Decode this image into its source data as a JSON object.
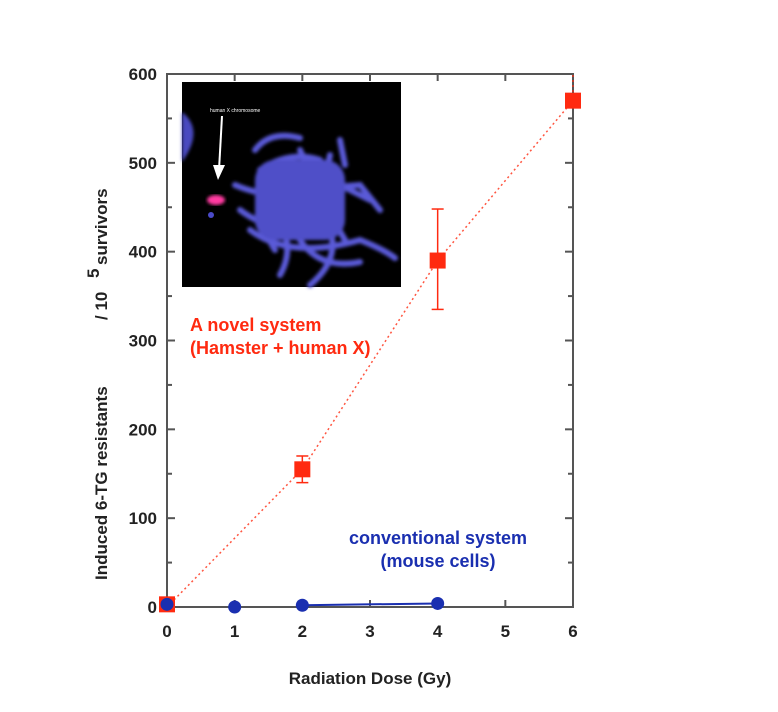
{
  "chart_data": {
    "type": "scatter",
    "title": "",
    "xlabel": "Radiation Dose (Gy)",
    "ylabel_main": "Induced 6-TG resistants",
    "ylabel_unit_prefix": "/ 10",
    "ylabel_exponent": "5",
    "ylabel_unit_suffix": "survivors",
    "xlim": [
      0,
      6
    ],
    "ylim": [
      0,
      600
    ],
    "xticks": [
      "0",
      "1",
      "2",
      "3",
      "4",
      "5",
      "6"
    ],
    "yticks": [
      "0",
      "100",
      "200",
      "300",
      "400",
      "500",
      "600"
    ],
    "grid": false,
    "series": [
      {
        "name": "A novel system (Hamster + human X)",
        "label_line1": "A novel system",
        "label_line2": "(Hamster + human X)",
        "color": "#ff2a10",
        "marker": "square",
        "line": "dotted",
        "x": [
          0,
          2,
          4,
          6
        ],
        "y": [
          3,
          155,
          390,
          570
        ],
        "err_low": [
          0,
          140,
          335,
          570
        ],
        "err_high": [
          0,
          170,
          448,
          570
        ]
      },
      {
        "name": "conventional system (mouse cells)",
        "label_line1": "conventional system",
        "label_line2": "(mouse cells)",
        "color": "#1a2fb0",
        "marker": "circle",
        "line": "solid",
        "x": [
          0,
          1,
          2,
          4
        ],
        "y": [
          3,
          0,
          2,
          4
        ]
      }
    ],
    "inset": {
      "label": "human X chromosome"
    }
  }
}
